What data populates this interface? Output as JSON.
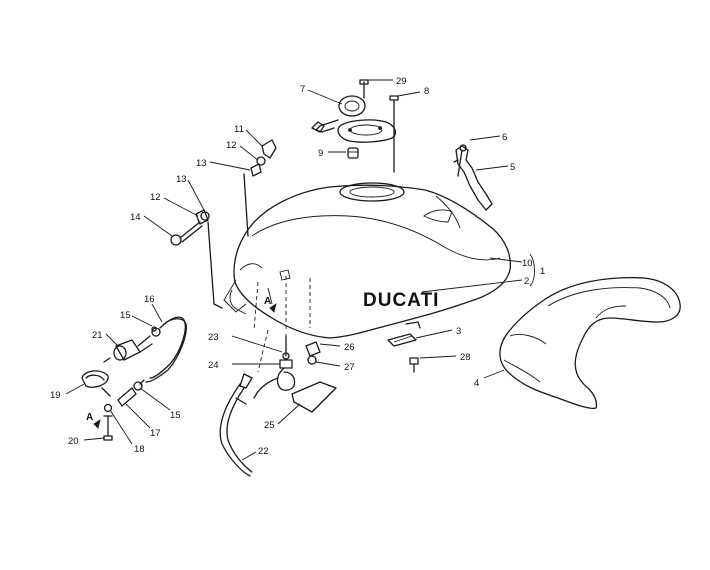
{
  "diagram": {
    "brand_text": "DUCATI",
    "view_letter_top": "A",
    "view_letter_bottom": "A",
    "callouts": [
      {
        "id": "c1",
        "text": "1"
      },
      {
        "id": "c2",
        "text": "2"
      },
      {
        "id": "c3",
        "text": "3"
      },
      {
        "id": "c4",
        "text": "4"
      },
      {
        "id": "c5",
        "text": "5"
      },
      {
        "id": "c6",
        "text": "6"
      },
      {
        "id": "c7",
        "text": "7"
      },
      {
        "id": "c8",
        "text": "8"
      },
      {
        "id": "c9",
        "text": "9"
      },
      {
        "id": "c10",
        "text": "10"
      },
      {
        "id": "c11",
        "text": "11"
      },
      {
        "id": "c12a",
        "text": "12"
      },
      {
        "id": "c12b",
        "text": "12"
      },
      {
        "id": "c13a",
        "text": "13"
      },
      {
        "id": "c13b",
        "text": "13"
      },
      {
        "id": "c14",
        "text": "14"
      },
      {
        "id": "c15a",
        "text": "15"
      },
      {
        "id": "c15b",
        "text": "15"
      },
      {
        "id": "c16",
        "text": "16"
      },
      {
        "id": "c17",
        "text": "17"
      },
      {
        "id": "c18",
        "text": "18"
      },
      {
        "id": "c19",
        "text": "19"
      },
      {
        "id": "c20",
        "text": "20"
      },
      {
        "id": "c21",
        "text": "21"
      },
      {
        "id": "c22",
        "text": "22"
      },
      {
        "id": "c23",
        "text": "23"
      },
      {
        "id": "c24",
        "text": "24"
      },
      {
        "id": "c25",
        "text": "25"
      },
      {
        "id": "c26",
        "text": "26"
      },
      {
        "id": "c27",
        "text": "27"
      },
      {
        "id": "c28",
        "text": "28"
      },
      {
        "id": "c29",
        "text": "29"
      }
    ]
  }
}
